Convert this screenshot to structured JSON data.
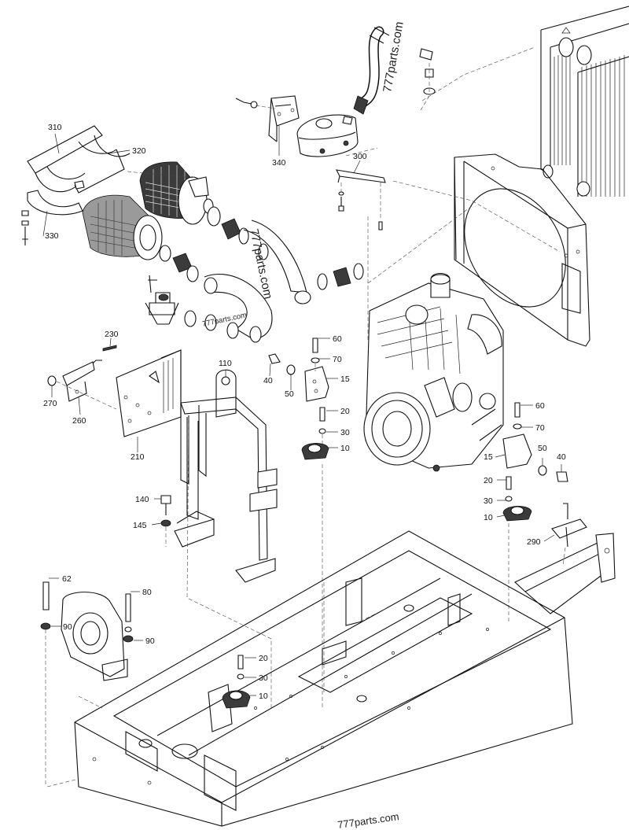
{
  "callouts": {
    "c310": "310",
    "c320": "320",
    "c330": "330",
    "c340": "340",
    "c300": "300",
    "c230": "230",
    "c270": "270",
    "c260": "260",
    "c210": "210",
    "c110": "110",
    "c60a": "60",
    "c70a": "70",
    "c40a": "40",
    "c50a": "50",
    "c15a": "15",
    "c20a": "20",
    "c30a": "30",
    "c10a": "10",
    "c60b": "60",
    "c70b": "70",
    "c50b": "50",
    "c40b": "40",
    "c15b": "15",
    "c20b": "20",
    "c30b": "30",
    "c10b": "10",
    "c140": "140",
    "c145": "145",
    "c290": "290",
    "c62": "62",
    "c80": "80",
    "c90a": "90",
    "c90b": "90",
    "c20c": "20",
    "c30c": "30",
    "c10c": "10"
  },
  "watermarks": {
    "w1": "777parts.com",
    "w2": "777parts.com",
    "w3": "777parts.com",
    "w4": "777parts.com"
  },
  "parts": {
    "radiator": "radiator-icon",
    "fan_shroud": "fan-shroud-icon",
    "engine": "engine-icon",
    "air_filter": "air-filter-icon",
    "frame": "base-frame-icon",
    "expansion_tank": "expansion-tank-icon"
  }
}
